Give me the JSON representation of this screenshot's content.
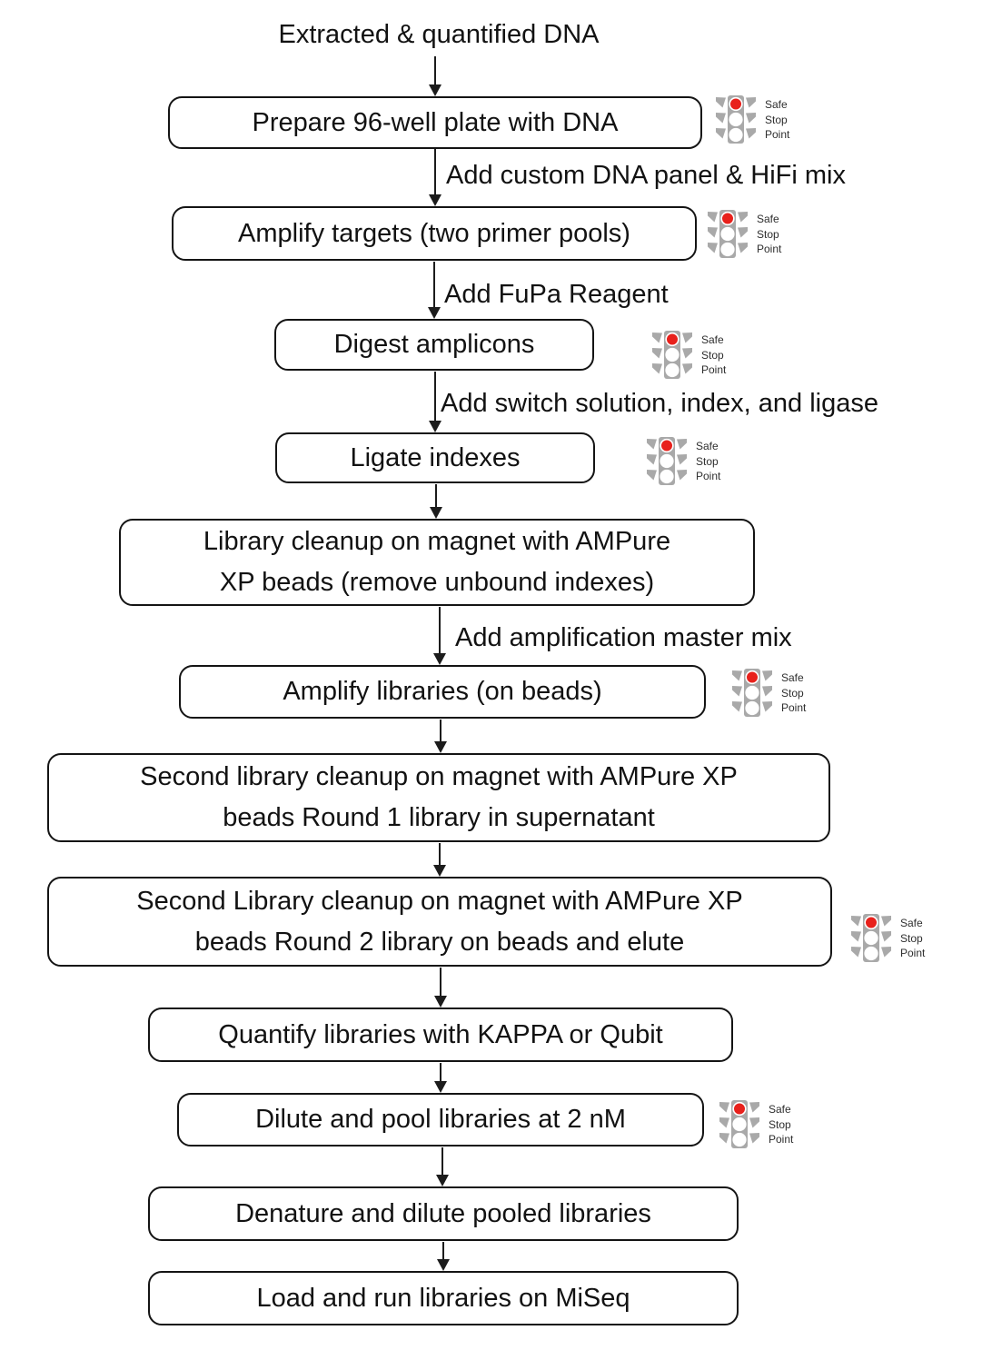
{
  "flowchart": {
    "title": "Extracted & quantified DNA",
    "stoplight": {
      "labels": [
        "Safe",
        "Stop",
        "Point"
      ],
      "red": "#e8211c",
      "gray": "#a9a9a9"
    },
    "steps": [
      {
        "name": "prepare-plate",
        "lines": [
          "Prepare 96-well plate with DNA"
        ],
        "stoplight": true,
        "arrow_label": ""
      },
      {
        "name": "amplify-targets",
        "lines": [
          "Amplify targets (two primer pools)"
        ],
        "stoplight": true,
        "arrow_label": "Add custom DNA panel & HiFi mix"
      },
      {
        "name": "digest-amplicons",
        "lines": [
          "Digest amplicons"
        ],
        "stoplight": true,
        "arrow_label": "Add FuPa Reagent"
      },
      {
        "name": "ligate-indexes",
        "lines": [
          "Ligate indexes"
        ],
        "stoplight": true,
        "arrow_label": "Add switch solution, index, and ligase"
      },
      {
        "name": "library-cleanup",
        "lines": [
          "Library cleanup on magnet with AMPure",
          "XP beads (remove unbound indexes)"
        ],
        "stoplight": false,
        "arrow_label": ""
      },
      {
        "name": "amplify-libraries",
        "lines": [
          "Amplify libraries (on beads)"
        ],
        "stoplight": true,
        "arrow_label": "Add amplification master mix"
      },
      {
        "name": "second-cleanup-round1",
        "lines": [
          "Second library cleanup on magnet with AMPure XP",
          "beads Round 1 library in supernatant"
        ],
        "stoplight": false,
        "arrow_label": ""
      },
      {
        "name": "second-cleanup-round2",
        "lines": [
          "Second Library cleanup on magnet with AMPure XP",
          "beads Round 2 library on beads and elute"
        ],
        "stoplight": true,
        "arrow_label": ""
      },
      {
        "name": "quantify-libraries",
        "lines": [
          "Quantify libraries with KAPPA or Qubit"
        ],
        "stoplight": false,
        "arrow_label": ""
      },
      {
        "name": "dilute-pool",
        "lines": [
          "Dilute and pool libraries at 2 nM"
        ],
        "stoplight": true,
        "arrow_label": ""
      },
      {
        "name": "denature-dilute",
        "lines": [
          "Denature and dilute pooled libraries"
        ],
        "stoplight": false,
        "arrow_label": ""
      },
      {
        "name": "load-run-miseq",
        "lines": [
          "Load and run libraries on MiSeq"
        ],
        "stoplight": false,
        "arrow_label": ""
      }
    ]
  }
}
